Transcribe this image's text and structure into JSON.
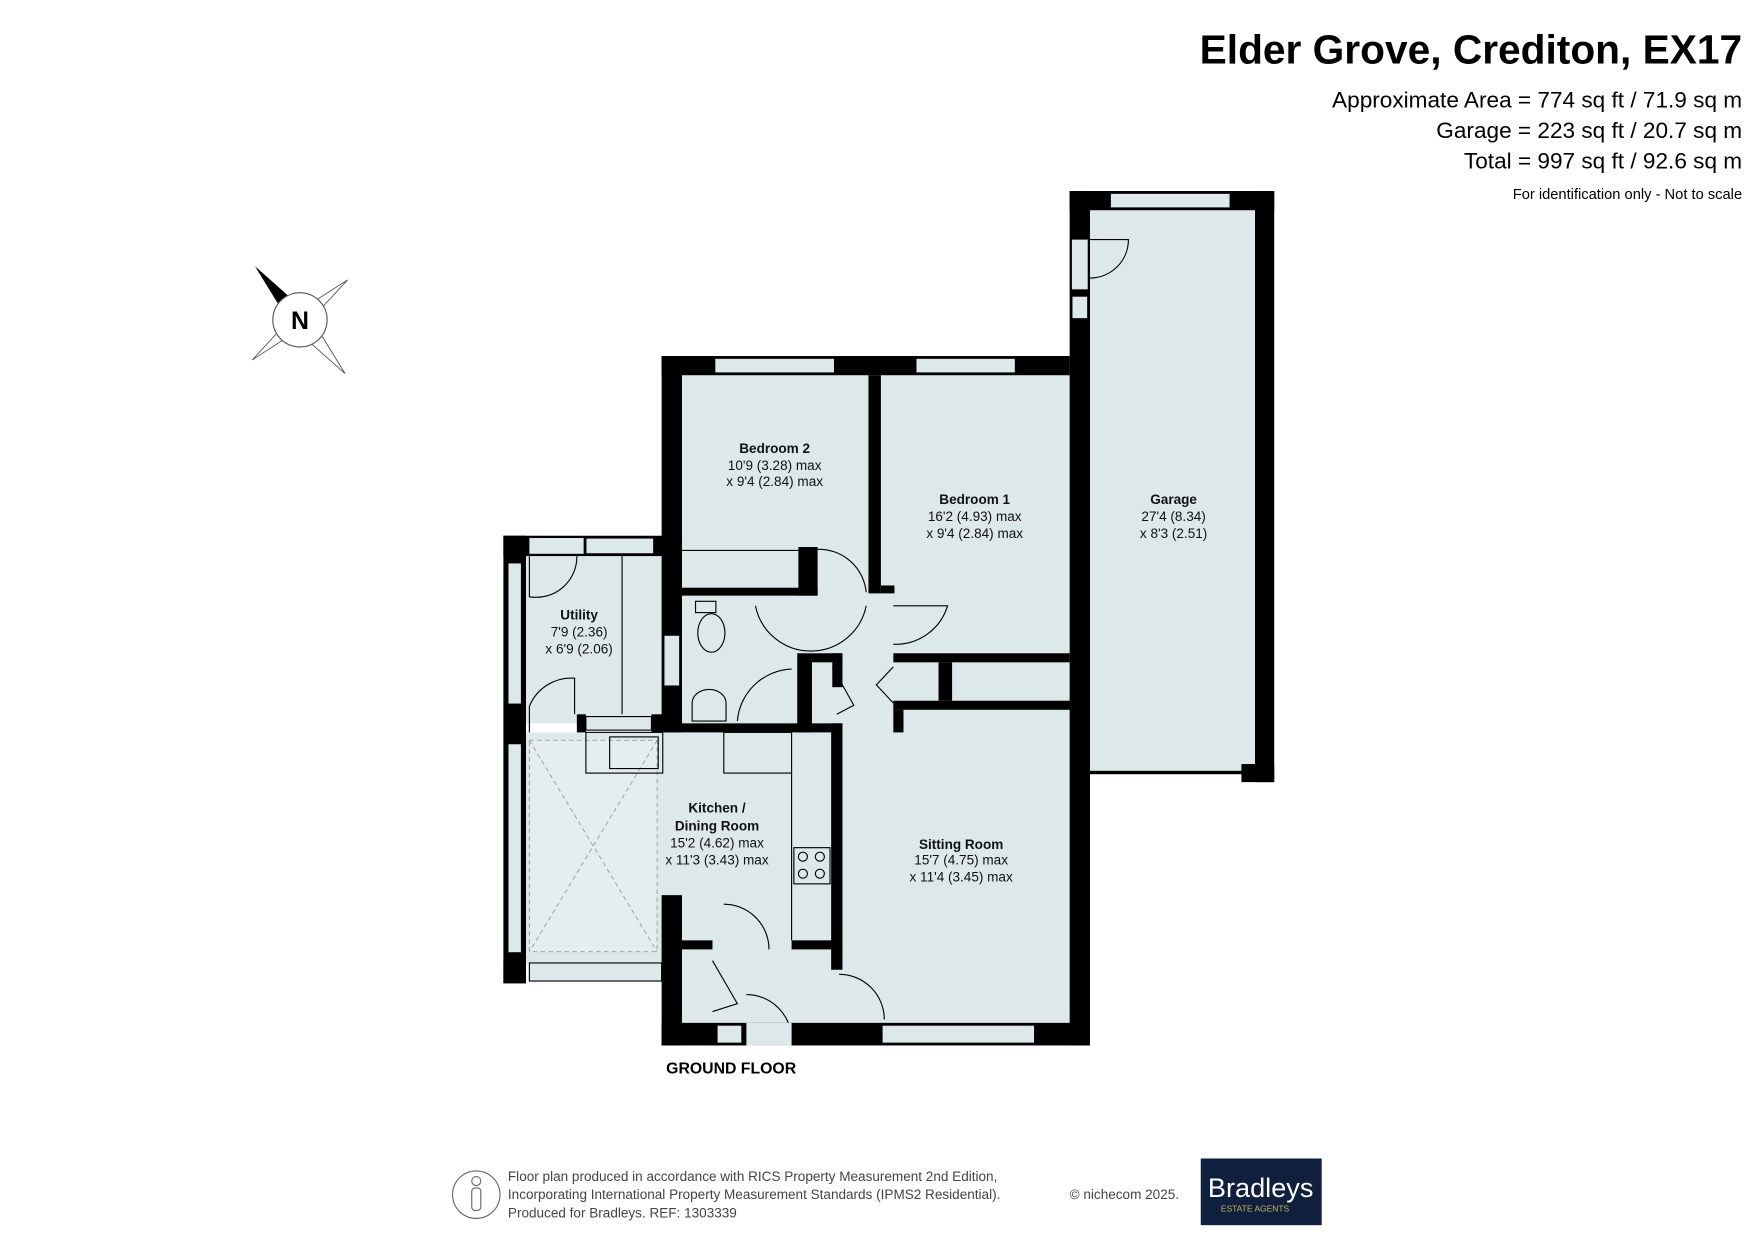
{
  "header": {
    "title": "Elder Grove, Crediton, EX17",
    "areas": [
      "Approximate Area = 774 sq ft / 71.9 sq m",
      "Garage = 223 sq ft / 20.7 sq m",
      "Total = 997 sq ft / 92.6 sq m"
    ],
    "disclaimer": "For identification only - Not to scale"
  },
  "compass": {
    "label": "N"
  },
  "rooms": {
    "bedroom2": {
      "name": "Bedroom 2",
      "dim1": "10'9 (3.28) max",
      "dim2": "x 9'4 (2.84) max"
    },
    "bedroom1": {
      "name": "Bedroom 1",
      "dim1": "16'2 (4.93) max",
      "dim2": "x 9'4 (2.84) max"
    },
    "garage": {
      "name": "Garage",
      "dim1": "27'4 (8.34)",
      "dim2": "x 8'3 (2.51)"
    },
    "utility": {
      "name": "Utility",
      "dim1": "7'9 (2.36)",
      "dim2": "x 6'9 (2.06)"
    },
    "kitchen": {
      "name1": "Kitchen /",
      "name2": "Dining Room",
      "dim1": "15'2 (4.62) max",
      "dim2": "x 11'3 (3.43) max"
    },
    "sitting": {
      "name": "Sitting Room",
      "dim1": "15'7 (4.75) max",
      "dim2": "x 11'4 (3.45) max"
    }
  },
  "floor_label": "GROUND FLOOR",
  "footer": {
    "lines": [
      "Floor plan produced in accordance with RICS Property Measurement 2nd Edition,",
      "Incorporating International Property Measurement Standards (IPMS2 Residential).",
      "Produced for Bradleys.   REF: 1303339"
    ],
    "copyright": "© nichecom 2025.",
    "logo_name": "Bradleys",
    "logo_sub": "ESTATE AGENTS",
    "logo_color": "#0f1f3d"
  }
}
